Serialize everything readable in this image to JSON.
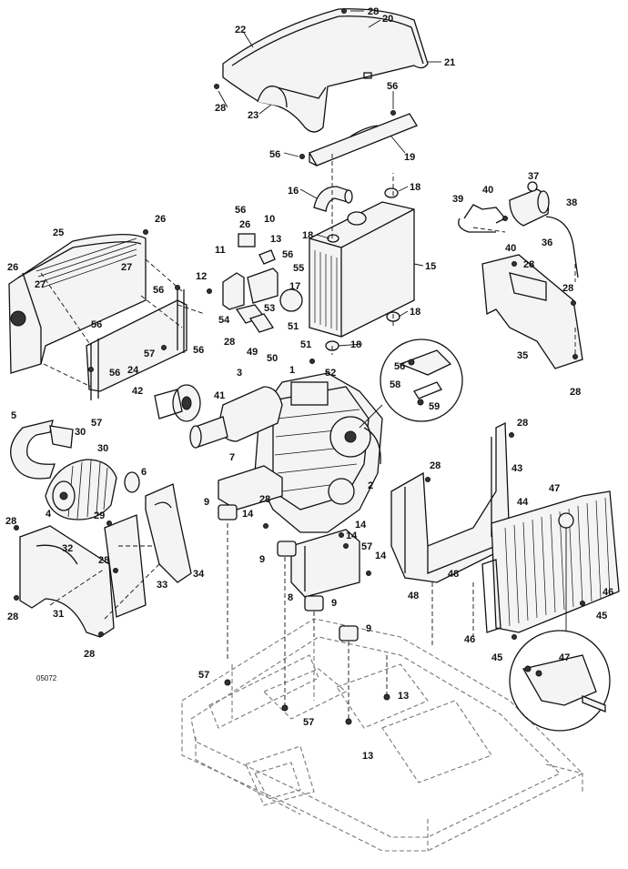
{
  "drawing_code": "05072",
  "callouts": {
    "c1": "1",
    "c2": "2",
    "c3": "3",
    "c4": "4",
    "c5": "5",
    "c6": "6",
    "c7": "7",
    "c8": "8",
    "c9a": "9",
    "c9b": "9",
    "c9c": "9",
    "c9d": "9",
    "c10": "10",
    "c11": "11",
    "c12": "12",
    "c13a": "13",
    "c13b": "13",
    "c13c": "13",
    "c14a": "14",
    "c14b": "14",
    "c14c": "14",
    "c14d": "14",
    "c15": "15",
    "c16": "16",
    "c17": "17",
    "c18a": "18",
    "c18b": "18",
    "c18c": "18",
    "c18d": "18",
    "c19": "19",
    "c20": "20",
    "c21": "21",
    "c22": "22",
    "c23": "23",
    "c24": "24",
    "c25": "25",
    "c26a": "26",
    "c26b": "26",
    "c27a": "27",
    "c27b": "27",
    "c28a": "28",
    "c28b": "28",
    "c28c": "28",
    "c28d": "28",
    "c28e": "28",
    "c28f": "28",
    "c28g": "28",
    "c28h": "28",
    "c28i": "28",
    "c28j": "28",
    "c28k": "28",
    "c28l": "28",
    "c29": "29",
    "c30a": "30",
    "c30b": "30",
    "c31": "31",
    "c32": "32",
    "c33": "33",
    "c34": "34",
    "c35": "35",
    "c36": "36",
    "c37": "37",
    "c38": "38",
    "c39": "39",
    "c40a": "40",
    "c40b": "40",
    "c41": "41",
    "c42": "42",
    "c43": "43",
    "c44": "44",
    "c45a": "45",
    "c45b": "45",
    "c46a": "46",
    "c46b": "46",
    "c47a": "47",
    "c47b": "47",
    "c48a": "48",
    "c48b": "48",
    "c49": "49",
    "c50": "50",
    "c51a": "51",
    "c51b": "51",
    "c52": "52",
    "c53": "53",
    "c54": "54",
    "c55": "55",
    "c56a": "56",
    "c56b": "56",
    "c56c": "56",
    "c56d": "56",
    "c56e": "56",
    "c56f": "56",
    "c56g": "56",
    "c56h": "56",
    "c56i": "56",
    "c57a": "57",
    "c57b": "57",
    "c57c": "57",
    "c57d": "57",
    "c57e": "57",
    "c58": "58",
    "c59": "59"
  }
}
